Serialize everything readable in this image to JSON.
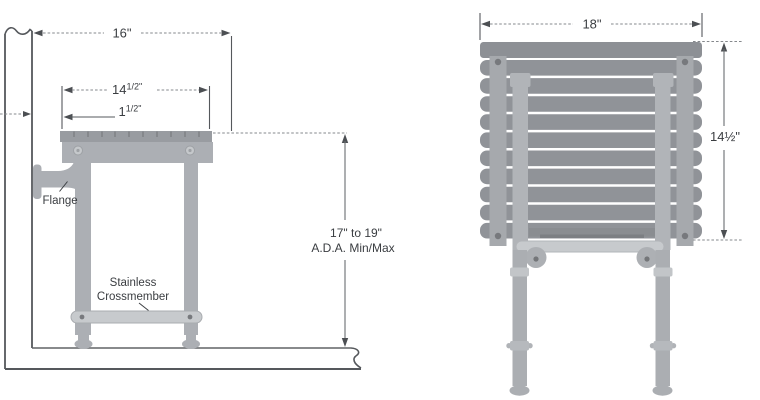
{
  "diagram": {
    "title_semantic": "ADA fold-up shower bench dimension drawing, side and top views",
    "side_view": {
      "dim_wall_to_front": "16\"",
      "dim_seat_depth_whole": "14",
      "dim_seat_depth_frac": "1/2\"",
      "dim_edge_whole": "1",
      "dim_edge_frac": "1/2\"",
      "height_range_line1": "17\" to 19\"",
      "height_range_line2": "A.D.A. Min/Max",
      "flange_label": "Flange",
      "crossmember_label_line1": "Stainless",
      "crossmember_label_line2": "Crossmember"
    },
    "top_view": {
      "dim_width": "18\"",
      "dim_depth": "14½\""
    },
    "colors": {
      "metal": "#acafb4",
      "metal_light": "#c7cacd",
      "slat_gray": "#8e9297",
      "slat_strip": "#999ca1",
      "dark_bar": "#8a8d91",
      "bolt_dark": "#77797d",
      "bolt_light": "#c5c8cb",
      "structure_line": "#55585c",
      "dim_line": "#85888c",
      "text": "#3a3d41"
    }
  }
}
